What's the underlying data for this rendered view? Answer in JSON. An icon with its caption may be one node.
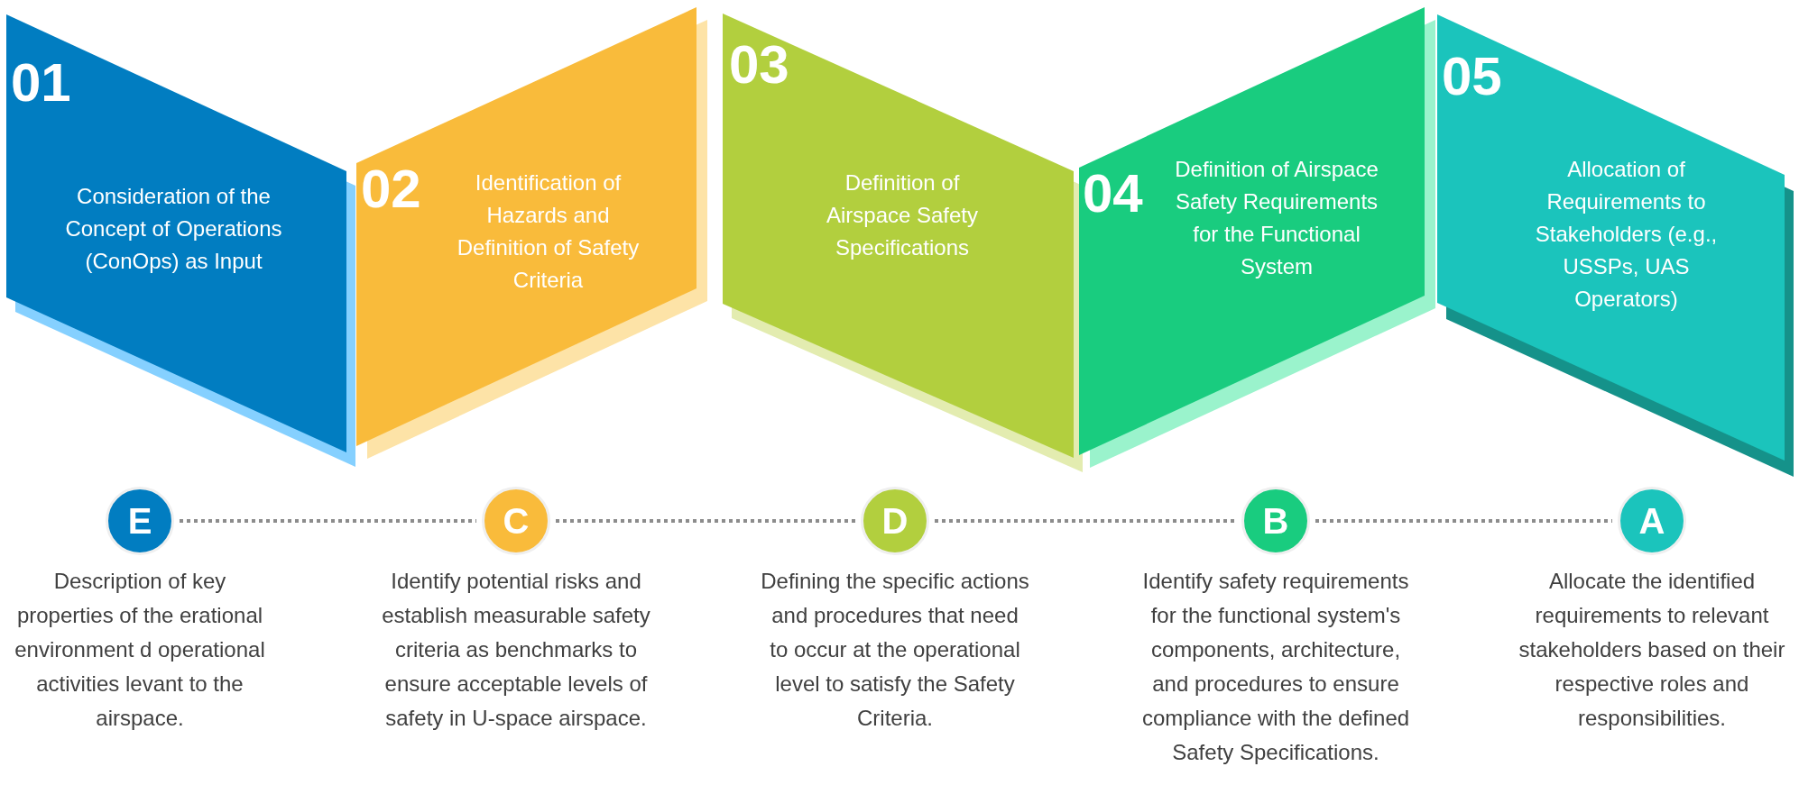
{
  "diagram": {
    "nodes": [
      {
        "text": [
          "01",
          "Consideration of the Concept of Operations (ConOps) as Input"
        ]
      },
      {
        "text": [
          "02",
          "Identification of Hazards and Definition of Safety Criteria"
        ]
      },
      {
        "text": [
          "03",
          "Definition of Airspace Safety Specifications"
        ]
      },
      {
        "text": [
          "04",
          "Definition of Airspace Safety Requirements for the Functional System"
        ]
      },
      {
        "text": [
          "05",
          "Allocation of Requirements to Stakeholders (e.g., USSPs, UAS Operators)"
        ]
      },
      {
        "text": [
          "E"
        ],
        "beside": [
          "Description of key properties of the erational environment d operational activities levant to the airspace."
        ]
      },
      {
        "text": [
          "C"
        ],
        "beside": [
          "Identify potential risks and establish measurable safety criteria as benchmarks to ensure acceptable levels of safety in U-space airspace."
        ]
      },
      {
        "text": [
          "D"
        ],
        "beside": [
          "Defining the specific actions and procedures that need to occur at the operational level to satisfy the Safety Criteria."
        ]
      },
      {
        "text": [
          "B"
        ],
        "beside": [
          "Identify safety requirements for the functional system's components, architecture, and procedures to ensure compliance with the defined Safety Specifications."
        ]
      },
      {
        "text": [
          "A"
        ],
        "beside": [
          "Allocate the identified requirements to relevant stakeholders based on their respective roles and responsibilities."
        ]
      }
    ],
    "edges": [
      {
        "from": 5,
        "to": 6,
        "arrow": "none"
      },
      {
        "from": 6,
        "to": 7,
        "arrow": "none"
      },
      {
        "from": 7,
        "to": 8,
        "arrow": "none"
      },
      {
        "from": 8,
        "to": 9,
        "arrow": "none"
      }
    ]
  }
}
